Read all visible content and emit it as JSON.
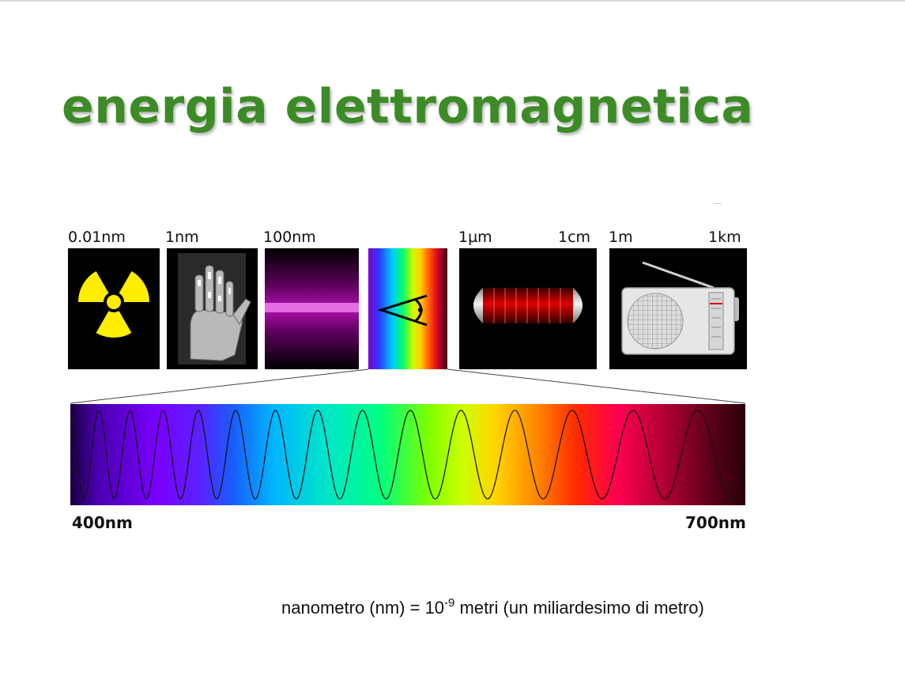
{
  "title": "energia elettromagnetica",
  "scale_labels": {
    "gamma": "0.01nm",
    "xray": "1nm",
    "uv": "100nm",
    "ir_start": "1µm",
    "ir_end": "1cm",
    "radio_start": "1m",
    "radio_end": "1km"
  },
  "visible_range": {
    "start": "400nm",
    "end": "700nm"
  },
  "footnote": {
    "prefix": "nanometro (nm) = 10",
    "exponent": "-9",
    "suffix": " metri (un miliardesimo di metro)"
  },
  "colors": {
    "title": "#3d8b27",
    "radiation_yellow": "#ffee00",
    "uv_band": "#e36de3",
    "microwave_red": "#b00000"
  },
  "icons": [
    "radiation-icon",
    "xray-hand-icon",
    "eye-icon",
    "microwave-tube-icon",
    "radio-icon"
  ]
}
